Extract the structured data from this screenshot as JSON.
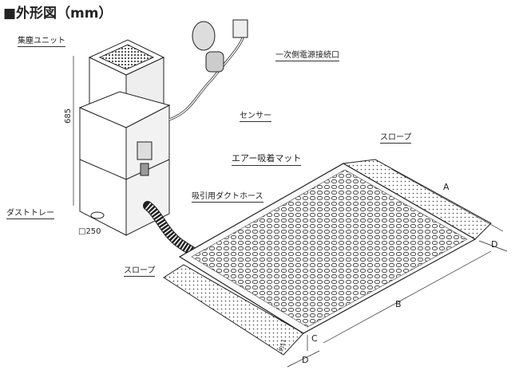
{
  "title": "■外形図（mm）",
  "labels": {
    "dust_unit": "集塵ユニット",
    "height": "685",
    "dust_tray": "ダストトレー",
    "width": "□250",
    "power_inlet": "一次側電源接続口",
    "sensor": "センサー",
    "slope_top": "スロープ",
    "mat": "エアー吸着マット",
    "hose": "吸引用ダクトホース",
    "slope_bottom": "スロープ",
    "dim_a": "A",
    "dim_b": "B",
    "dim_c": "C",
    "dim_d1": "D",
    "dim_d2": "D",
    "dim_approx": "約11"
  }
}
